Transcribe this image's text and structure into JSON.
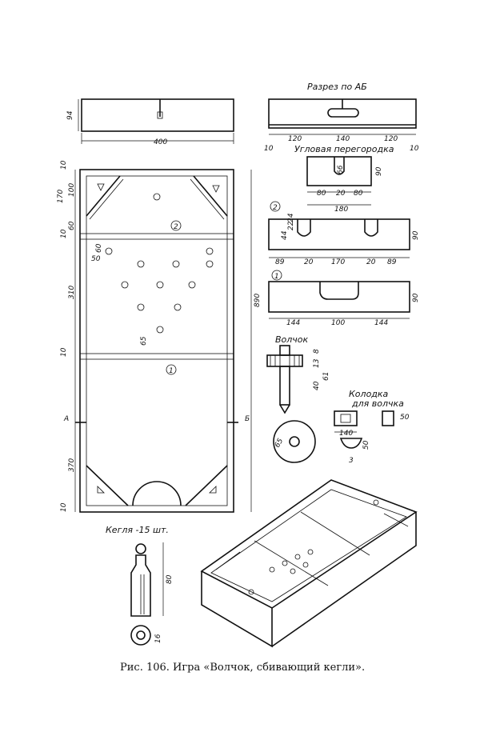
{
  "titles": {
    "section_ab": "Разрез по АБ",
    "corner_partition": "Угловая перегородка",
    "top": "Волчок",
    "block_1": "Колодка",
    "block_2": "для волчка",
    "pin": "Кегля -15 шт."
  },
  "caption": "Рис. 106. Игра «Волчок, сбивающий кегли».",
  "dims": {
    "d400": "400",
    "d94": "94",
    "d120a": "120",
    "d140a": "140",
    "d120b": "120",
    "d10a": "10",
    "d10b": "10",
    "d66": "66",
    "d90a": "90",
    "d80a": "80",
    "d20a": "20",
    "d80b": "80",
    "d180": "180",
    "d44": "44",
    "d22": "22",
    "d24": "24",
    "d90b": "90",
    "d89a": "89",
    "d20b": "20",
    "d170a": "170",
    "d20c": "20",
    "d89b": "89",
    "d90c": "90",
    "d144a": "144",
    "d100a": "100",
    "d144b": "144",
    "d8": "8",
    "d13": "13",
    "d61": "61",
    "d40": "40",
    "d65": "65",
    "d140b": "140",
    "d50a": "50",
    "d50b": "50",
    "d3": "3",
    "d80c": "80",
    "d16": "16",
    "d10c": "10",
    "d100b": "100",
    "d170b": "170",
    "d60a": "60",
    "d10d": "10",
    "d60b": "60",
    "d50c": "50",
    "d310": "310",
    "d890": "890",
    "d65b": "65",
    "d10e": "10",
    "d370": "370",
    "d10f": "10"
  },
  "markers": {
    "A": "А",
    "B": "Б",
    "n1": "1",
    "n2": "2",
    "n1b": "1",
    "n2b": "2"
  }
}
